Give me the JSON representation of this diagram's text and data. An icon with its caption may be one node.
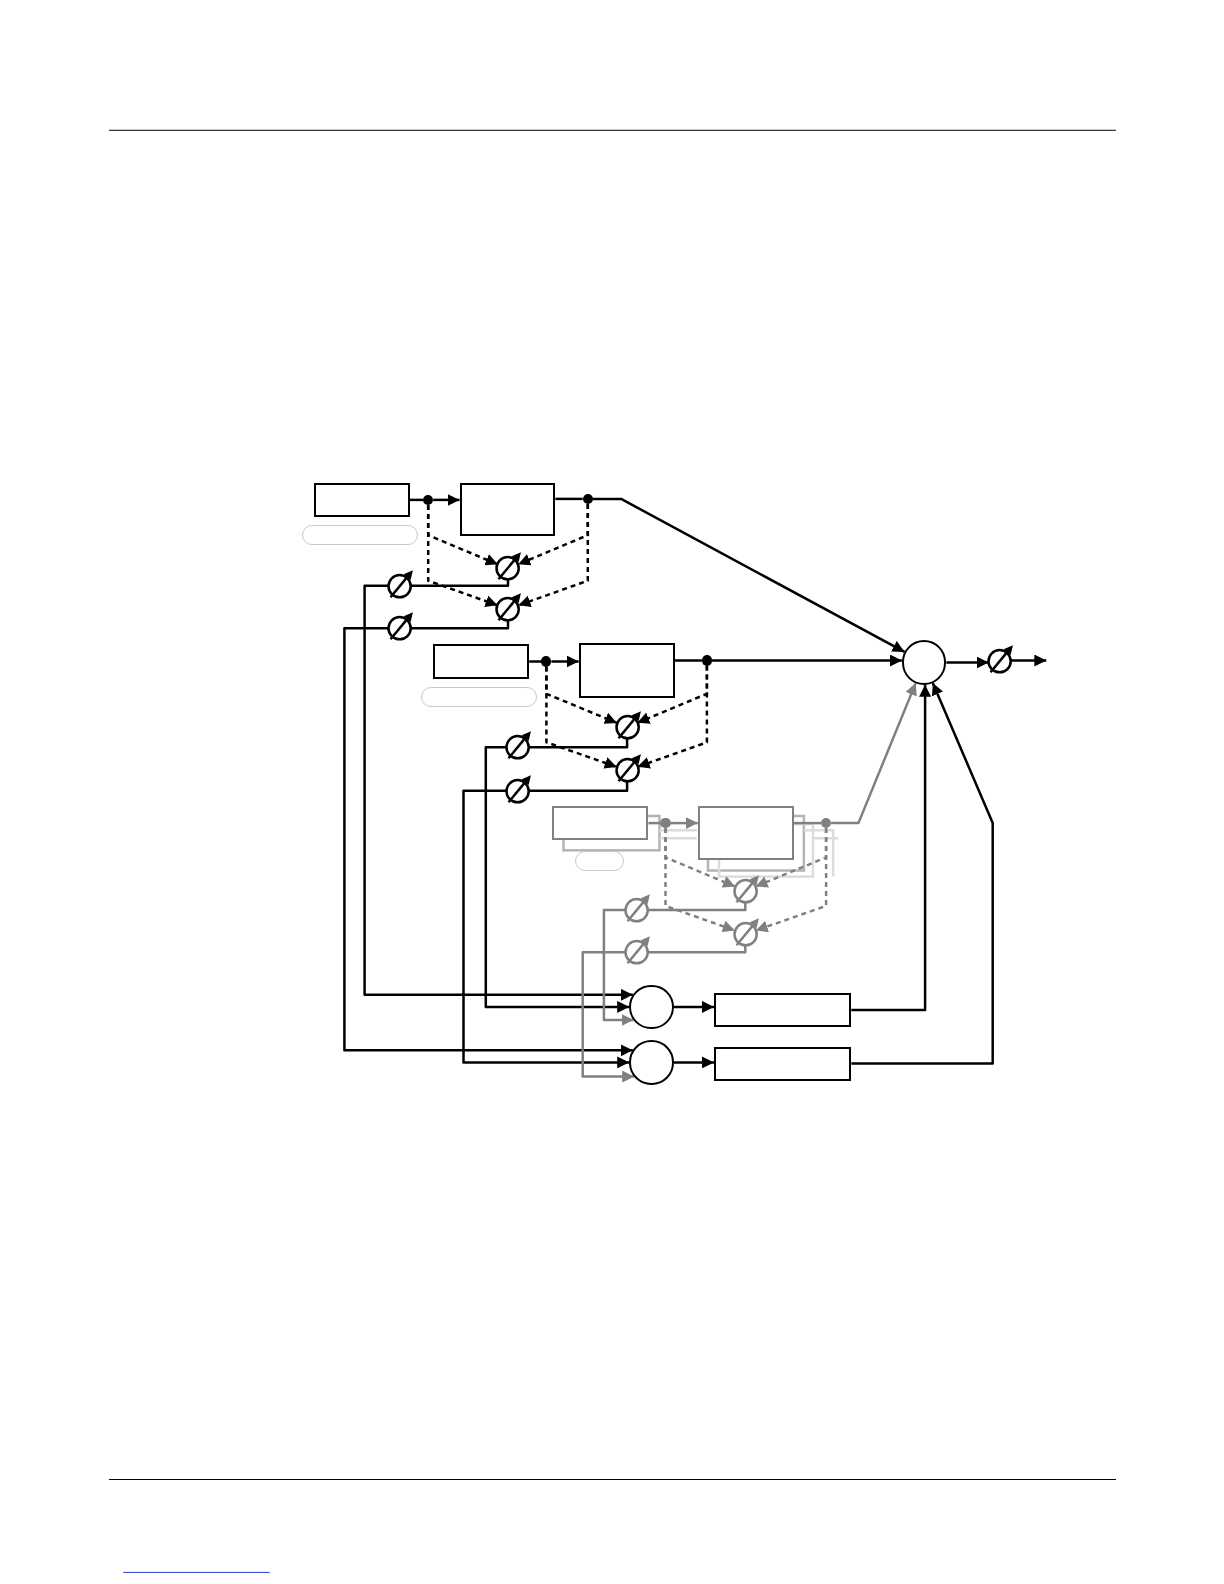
{
  "diagram": {
    "nodes": [
      {
        "text": [],
        "shape": "box"
      },
      {
        "text": [],
        "shape": "pill"
      },
      {
        "text": [],
        "shape": "dot"
      },
      {
        "text": [],
        "shape": "box"
      },
      {
        "text": [],
        "shape": "dot"
      },
      {
        "text": [],
        "shape": "symbol"
      },
      {
        "text": [],
        "shape": "symbol"
      },
      {
        "text": [],
        "shape": "symbol"
      },
      {
        "text": [],
        "shape": "symbol"
      },
      {
        "text": [],
        "shape": "box"
      },
      {
        "text": [],
        "shape": "pill"
      },
      {
        "text": [],
        "shape": "dot"
      },
      {
        "text": [],
        "shape": "box"
      },
      {
        "text": [],
        "shape": "dot"
      },
      {
        "text": [],
        "shape": "symbol"
      },
      {
        "text": [],
        "shape": "symbol"
      },
      {
        "text": [],
        "shape": "symbol"
      },
      {
        "text": [],
        "shape": "symbol"
      },
      {
        "text": [],
        "shape": "box"
      },
      {
        "text": [],
        "shape": "pill"
      },
      {
        "text": [],
        "shape": "dot"
      },
      {
        "text": [],
        "shape": "box"
      },
      {
        "text": [],
        "shape": "dot"
      },
      {
        "text": [],
        "shape": "symbol"
      },
      {
        "text": [],
        "shape": "symbol"
      },
      {
        "text": [],
        "shape": "symbol"
      },
      {
        "text": [],
        "shape": "symbol"
      },
      {
        "text": [],
        "shape": "circle"
      },
      {
        "text": [],
        "shape": "symbol"
      },
      {
        "text": [],
        "shape": "circle"
      },
      {
        "text": [],
        "shape": "box"
      },
      {
        "text": [],
        "shape": "circle"
      },
      {
        "text": [],
        "shape": "box"
      }
    ],
    "edges": [
      {
        "from": 0,
        "to": 2,
        "arrow": "none"
      },
      {
        "from": 2,
        "to": 3,
        "arrow": "to"
      },
      {
        "from": 3,
        "to": 4,
        "arrow": "none"
      },
      {
        "from": 2,
        "to": 5,
        "arrow": "to",
        "style": "dashed"
      },
      {
        "from": 2,
        "to": 6,
        "arrow": "to",
        "style": "dashed"
      },
      {
        "from": 4,
        "to": 5,
        "arrow": "to",
        "style": "dashed"
      },
      {
        "from": 4,
        "to": 6,
        "arrow": "to",
        "style": "dashed"
      },
      {
        "from": 5,
        "to": 7,
        "arrow": "none"
      },
      {
        "from": 6,
        "to": 8,
        "arrow": "none"
      },
      {
        "from": 7,
        "to": 29,
        "arrow": "to"
      },
      {
        "from": 8,
        "to": 31,
        "arrow": "to"
      },
      {
        "from": 4,
        "to": 27,
        "arrow": "to"
      },
      {
        "from": 9,
        "to": 11,
        "arrow": "none"
      },
      {
        "from": 11,
        "to": 12,
        "arrow": "to"
      },
      {
        "from": 12,
        "to": 13,
        "arrow": "none"
      },
      {
        "from": 11,
        "to": 14,
        "arrow": "to",
        "style": "dashed"
      },
      {
        "from": 11,
        "to": 15,
        "arrow": "to",
        "style": "dashed"
      },
      {
        "from": 13,
        "to": 14,
        "arrow": "to",
        "style": "dashed"
      },
      {
        "from": 13,
        "to": 15,
        "arrow": "to",
        "style": "dashed"
      },
      {
        "from": 14,
        "to": 16,
        "arrow": "none"
      },
      {
        "from": 15,
        "to": 17,
        "arrow": "none"
      },
      {
        "from": 16,
        "to": 29,
        "arrow": "to"
      },
      {
        "from": 17,
        "to": 31,
        "arrow": "to"
      },
      {
        "from": 13,
        "to": 27,
        "arrow": "to"
      },
      {
        "from": 18,
        "to": 20,
        "arrow": "none",
        "color": "#808080"
      },
      {
        "from": 20,
        "to": 21,
        "arrow": "to",
        "color": "#808080"
      },
      {
        "from": 21,
        "to": 22,
        "arrow": "none",
        "color": "#808080"
      },
      {
        "from": 20,
        "to": 23,
        "arrow": "to",
        "style": "dashed",
        "color": "#808080"
      },
      {
        "from": 20,
        "to": 24,
        "arrow": "to",
        "style": "dashed",
        "color": "#808080"
      },
      {
        "from": 22,
        "to": 23,
        "arrow": "to",
        "style": "dashed",
        "color": "#808080"
      },
      {
        "from": 22,
        "to": 24,
        "arrow": "to",
        "style": "dashed",
        "color": "#808080"
      },
      {
        "from": 23,
        "to": 25,
        "arrow": "none",
        "color": "#808080"
      },
      {
        "from": 24,
        "to": 26,
        "arrow": "none",
        "color": "#808080"
      },
      {
        "from": 25,
        "to": 29,
        "arrow": "to",
        "color": "#808080"
      },
      {
        "from": 26,
        "to": 31,
        "arrow": "to",
        "color": "#808080"
      },
      {
        "from": 22,
        "to": 27,
        "arrow": "to",
        "color": "#808080"
      },
      {
        "from": 27,
        "to": 28,
        "arrow": "to"
      },
      {
        "from": 28,
        "to": null,
        "arrow": "to"
      },
      {
        "from": 29,
        "to": 30,
        "arrow": "to"
      },
      {
        "from": 31,
        "to": 32,
        "arrow": "to"
      },
      {
        "from": 30,
        "to": 27,
        "arrow": "to"
      },
      {
        "from": 32,
        "to": 27,
        "arrow": "to"
      }
    ]
  }
}
